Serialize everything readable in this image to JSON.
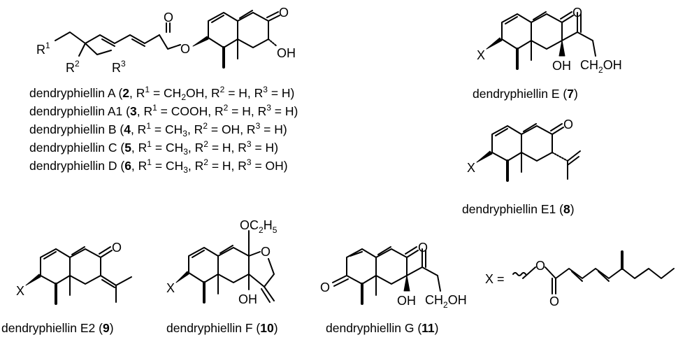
{
  "atoms": {
    "O": "O",
    "OH": "OH",
    "OHl": "OH",
    "CH2OH": "CH2OH",
    "OC2H5": "OC2H5",
    "X": "X",
    "R1": "R",
    "R2": "R",
    "R3": "R",
    "n1": "1",
    "n2": "2",
    "n3": "3",
    "Xeq": "X ="
  },
  "captions": {
    "A": [
      "dendryphiellin A (",
      "2",
      ", R",
      "1",
      " = CH",
      "2",
      "OH, R",
      "2",
      " = H, R",
      "3",
      " = H)"
    ],
    "A1": [
      "dendryphiellin A1 (",
      "3",
      ", R",
      "1",
      " = COOH, R",
      "2",
      " = H, R",
      "3",
      " = H)"
    ],
    "B": [
      "dendryphiellin B (",
      "4",
      ", R",
      "1",
      " = CH",
      "3",
      ", R",
      "2",
      " = OH, R",
      "3",
      " = H)"
    ],
    "C": [
      "dendryphiellin C (",
      "5",
      ", R",
      "1",
      " = CH",
      "3",
      ", R",
      "2",
      " = H, R",
      "3",
      " = H)"
    ],
    "D": [
      "dendryphiellin D (",
      "6",
      ", R",
      "1",
      " = CH",
      "3",
      ", R",
      "2",
      " = H, R",
      "3",
      " = OH)"
    ],
    "E": [
      "dendryphiellin E (",
      "7",
      ")"
    ],
    "E1": [
      "dendryphiellin E1 (",
      "8",
      ")"
    ],
    "E2": [
      "dendryphiellin E2 (",
      "9",
      ")"
    ],
    "F": [
      "dendryphiellin F (",
      "10",
      ")"
    ],
    "G": [
      "dendryphiellin G (",
      "11",
      ")"
    ]
  }
}
